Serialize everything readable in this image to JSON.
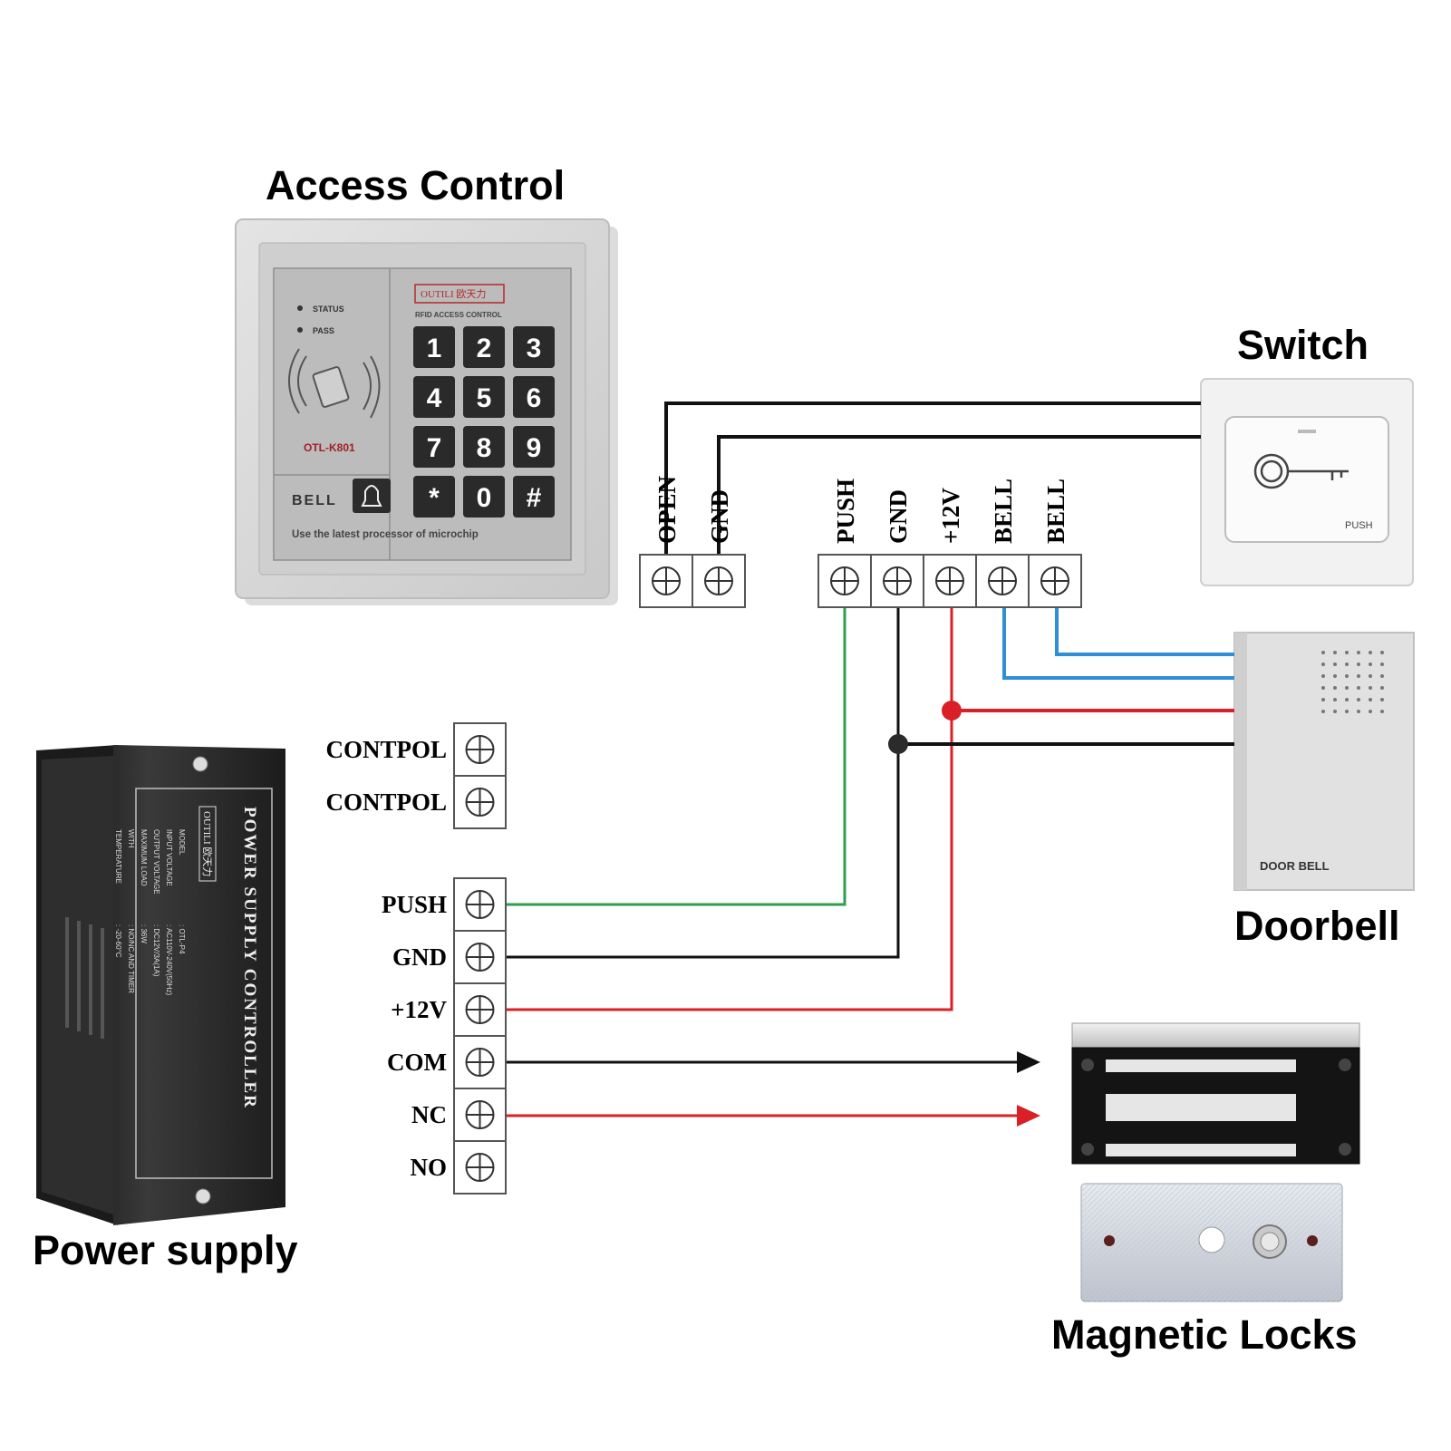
{
  "titles": {
    "access_control": "Access Control",
    "switch": "Switch",
    "doorbell": "Doorbell",
    "power_supply": "Power supply",
    "magnetic_locks": "Magnetic Locks"
  },
  "keypad": {
    "brand": "OUTILI 欧天力",
    "subtitle": "RFID ACCESS CONTROL",
    "status_label": "STATUS",
    "pass_label": "PASS",
    "model": "OTL-K801",
    "bell_label": "BELL",
    "footer": "Use the latest processor of microchip",
    "keys": [
      "1",
      "2",
      "3",
      "4",
      "5",
      "6",
      "7",
      "8",
      "9",
      "*",
      "0",
      "#"
    ]
  },
  "keypad_terminals": {
    "left_group": [
      "OPEN",
      "GND"
    ],
    "right_group": [
      "PUSH",
      "GND",
      "+12V",
      "BELL",
      "BELL"
    ]
  },
  "switch_device": {
    "push_label": "PUSH"
  },
  "doorbell_device": {
    "label": "DOOR BELL"
  },
  "power_terminals": [
    "CONTPOL",
    "CONTPOL",
    "PUSH",
    "GND",
    "+12V",
    "COM",
    "NC",
    "NO"
  ],
  "power_supply_box": {
    "brand": "OUTILI 欧天力",
    "title": "POWER SUPPLY CONTROLLER",
    "spec_labels": [
      "MODEL",
      "INPUT VOLTAGE",
      "OUTPUT VOLTAGE",
      "MAXIMUM LOAD",
      "WITH",
      "TEMPERATURE"
    ],
    "spec_values": [
      ": OTL-P4",
      ": AC110V-240V(50Hz)",
      ": DC12V/3A(1A)",
      ": 36W",
      ": NO/NC AND TIMER",
      ": -20-60°C"
    ]
  },
  "wire_colors": {
    "black": "#111111",
    "green": "#2e9e4f",
    "red": "#d92027",
    "blue": "#2f8fd6"
  }
}
